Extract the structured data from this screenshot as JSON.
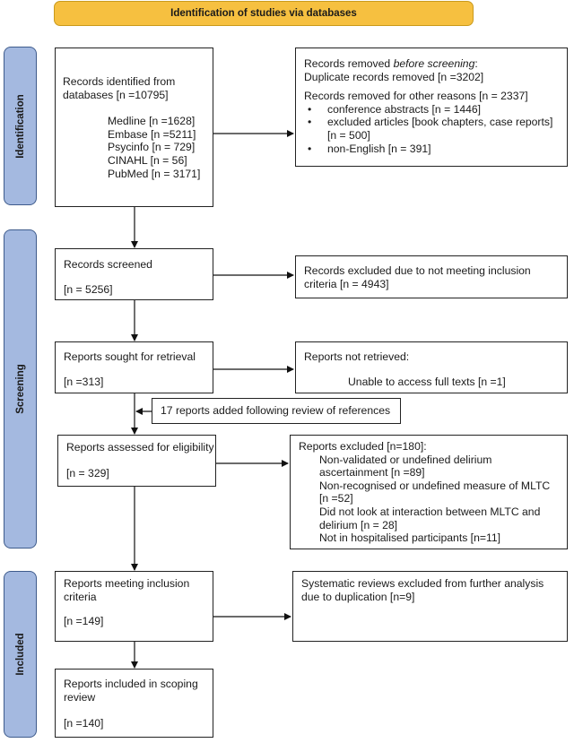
{
  "header": "Identification of studies via databases",
  "phases": {
    "identification": "Identification",
    "screening": "Screening",
    "included": "Included"
  },
  "identified": {
    "line1": "Records identified from",
    "line2": "databases [n =10795]",
    "sources": [
      "Medline  [n =1628]",
      "Embase [n =5211]",
      "Psycinfo [n = 729]",
      "CINAHL  [n = 56]",
      "PubMed [n = 3171]"
    ]
  },
  "removed": {
    "line1_prefix": "Records removed ",
    "line1_italic": "before screening",
    "line1_suffix": ":",
    "line2": "Duplicate records removed [n =3202]",
    "line3": "Records removed for other reasons [n = 2337]",
    "bullets": [
      "conference abstracts [n = 1446]",
      "excluded articles [book chapters, case reports]",
      "non-English [n = 391]"
    ],
    "bullet2_cont": "[n = 500]"
  },
  "screened": {
    "label": "Records screened",
    "count": "[n = 5256]"
  },
  "excluded_screen": {
    "line1": "Records excluded due to not meeting inclusion",
    "line2": "criteria [n = 4943]"
  },
  "sought": {
    "label": "Reports sought for retrieval",
    "count": "[n =313]"
  },
  "not_retrieved": {
    "label": "Reports not retrieved:",
    "detail": "Unable to access full texts [n =1]"
  },
  "added": "17 reports added following review of references",
  "assessed": {
    "label": "Reports assessed for eligibility",
    "count": "[n = 329]"
  },
  "reports_excluded": {
    "title": "Reports excluded [n=180]:",
    "lines": [
      "Non-validated or undefined delirium",
      "ascertainment [n =89]",
      "Non-recognised or undefined measure of MLTC",
      "[n =52]",
      "Did not look at interaction between MLTC and",
      "delirium [n = 28]",
      "Not in hospitalised participants [n=11]"
    ]
  },
  "meeting": {
    "line1": "Reports meeting inclusion",
    "line2": "criteria",
    "count": "[n =149]"
  },
  "sr_excluded": {
    "line1": "Systematic reviews excluded from further analysis",
    "line2": "due to duplication [n=9]"
  },
  "included": {
    "line1": "Reports included in scoping",
    "line2": "review",
    "count": "[n =140]"
  },
  "colors": {
    "header_fill": "#f6c040",
    "phase_fill": "#a4b9e0",
    "phase_border": "#3e5b8c",
    "box_border": "#222222"
  }
}
